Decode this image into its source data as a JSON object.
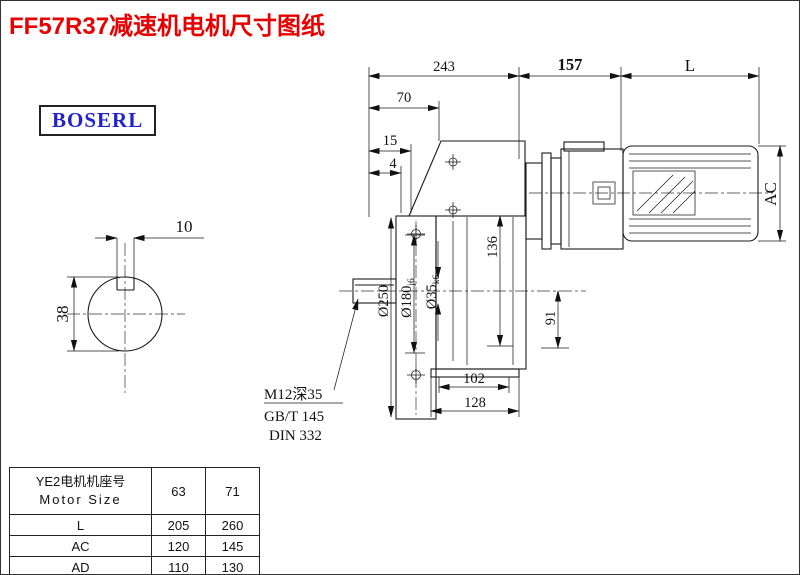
{
  "page": {
    "title": "FF57R37减速机电机尺寸图纸",
    "logo": "BOSERL"
  },
  "dims": {
    "top243": "243",
    "top157": "157",
    "topL": "L",
    "d70": "70",
    "d15": "15",
    "d4": "4",
    "key10": "10",
    "shaft38": "38",
    "dia250": "Ø250",
    "dia180": "Ø180",
    "dia180tol": "j6",
    "dia35": "Ø35",
    "dia35tol": "k6",
    "v136": "136",
    "v91": "91",
    "b102": "102",
    "b128": "128",
    "ac": "AC"
  },
  "notes": {
    "tap": "M12深35",
    "gb": "GB/T 145",
    "din": "DIN 332"
  },
  "table": {
    "header_cn": "YE2电机机座号",
    "header_en": "Motor Size",
    "size_cols": [
      "63",
      "71"
    ],
    "rows": [
      {
        "label": "L",
        "values": [
          "205",
          "260"
        ]
      },
      {
        "label": "AC",
        "values": [
          "120",
          "145"
        ]
      },
      {
        "label": "AD",
        "values": [
          "110",
          "130"
        ]
      }
    ]
  }
}
